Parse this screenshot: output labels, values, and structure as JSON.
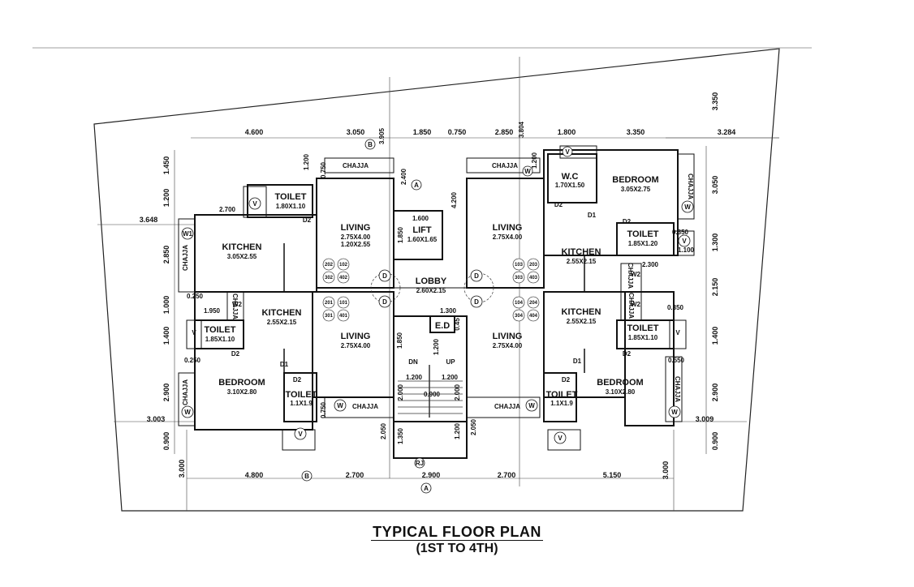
{
  "title": "TYPICAL FLOOR PLAN",
  "subtitle": "(1ST TO 4TH)",
  "rooms": {
    "toilet_tl": {
      "name": "TOILET",
      "size": "1.80X1.10"
    },
    "kitchen_tl": {
      "name": "KITCHEN",
      "size": "3.05X2.55"
    },
    "living_tl": {
      "name": "LIVING",
      "size1": "2.75X4.00",
      "size2": "1.20X2.55"
    },
    "lift": {
      "name": "LIFT",
      "size": "1.60X1.65"
    },
    "wc": {
      "name": "W.C",
      "size": "1.70X1.50"
    },
    "bedroom_tr": {
      "name": "BEDROOM",
      "size": "3.05X2.75"
    },
    "living_tr": {
      "name": "LIVING",
      "size": "2.75X4.00"
    },
    "kitchen_tr": {
      "name": "KITCHEN",
      "size": "2.55X2.15"
    },
    "toilet_tr": {
      "name": "TOILET",
      "size": "1.85X1.20"
    },
    "lobby": {
      "name": "LOBBY",
      "size": "2.60X2.15"
    },
    "kitchen_bl": {
      "name": "KITCHEN",
      "size": "2.55X2.15"
    },
    "toilet_bl": {
      "name": "TOILET",
      "size": "1.85X1.10"
    },
    "living_bl": {
      "name": "LIVING",
      "size": "2.75X4.00"
    },
    "bedroom_bl": {
      "name": "BEDROOM",
      "size": "3.10X2.80"
    },
    "toilet_bl2": {
      "name": "TOILET",
      "size": "1.1X1.9"
    },
    "ed": {
      "name": "E.D"
    },
    "living_br": {
      "name": "LIVING",
      "size": "2.75X4.00"
    },
    "kitchen_br": {
      "name": "KITCHEN",
      "size": "2.55X2.15"
    },
    "toilet_br": {
      "name": "TOILET",
      "size": "1.85X1.10"
    },
    "bedroom_br": {
      "name": "BEDROOM",
      "size": "3.10X2.80"
    },
    "toilet_br2": {
      "name": "TOILET",
      "size": "1.1X1.9"
    }
  },
  "labels": {
    "chajja": "CHAJJA",
    "dn": "DN",
    "up": "UP",
    "rj": "RJ",
    "section_a": "A",
    "section_b": "B",
    "d": "D",
    "d1": "D1",
    "d2": "D2",
    "v": "V",
    "w": "W",
    "w1": "W1",
    "w2": "W2",
    "f101": "101",
    "f102": "102",
    "f103": "103",
    "f104": "104",
    "f201": "201",
    "f202": "202",
    "f203": "203",
    "f204": "204",
    "f301": "301",
    "f302": "302",
    "f303": "303",
    "f304": "304",
    "f401": "401",
    "f402": "402",
    "f403": "403",
    "f404": "404"
  },
  "dims": {
    "t1": "4.600",
    "t2": "3.050",
    "t3": "1.850",
    "t4": "0.750",
    "t5": "2.850",
    "t6": "1.800",
    "t7": "3.350",
    "t8": "3.284",
    "t9": "3.350",
    "l1": "1.450",
    "l2": "1.200",
    "l3": "3.648",
    "l4": "2.850",
    "l5": "1.000",
    "l6": "1.400",
    "l7": "2.900",
    "l8": "3.003",
    "l9": "0.900",
    "l10": "3.000",
    "r1": "3.050",
    "r2": "1.300",
    "r3": "2.150",
    "r4": "1.400",
    "r5": "2.900",
    "r6": "3.009",
    "r7": "0.900",
    "r8": "3.000",
    "b1": "4.800",
    "b2": "2.700",
    "b3": "2.900",
    "b4": "2.700",
    "b5": "5.150",
    "i_1200a": "1.200",
    "i_0750a": "0.750",
    "i_2400": "2.400",
    "i_3905": "3.905",
    "i_3804": "3.804",
    "i_1200b": "1.200",
    "i_2700": "2.700",
    "i_1600": "1.600",
    "i_1850a": "1.850",
    "i_4200": "4.200",
    "i_0350a": "0.350",
    "i_1100": "1.100",
    "i_2300": "2.300",
    "i_0250": "0.250",
    "i_1950": "1.950",
    "i_1300": "1.300",
    "i_0350b": "0.350",
    "i_0250b": "0.250",
    "i_0550": "0.550",
    "i_1850b": "1.850",
    "i_1200c": "1.200",
    "i_0450": "0.45",
    "i_1200d": "1.200",
    "i_1200e": "1.200",
    "i_2000a": "2.000",
    "i_0900": "0.900",
    "i_2000b": "2.000",
    "i_0750b": "0.750",
    "i_2050a": "2.050",
    "i_2050b": "2.050",
    "i_1350": "1.350",
    "i_1200f": "1.200"
  }
}
